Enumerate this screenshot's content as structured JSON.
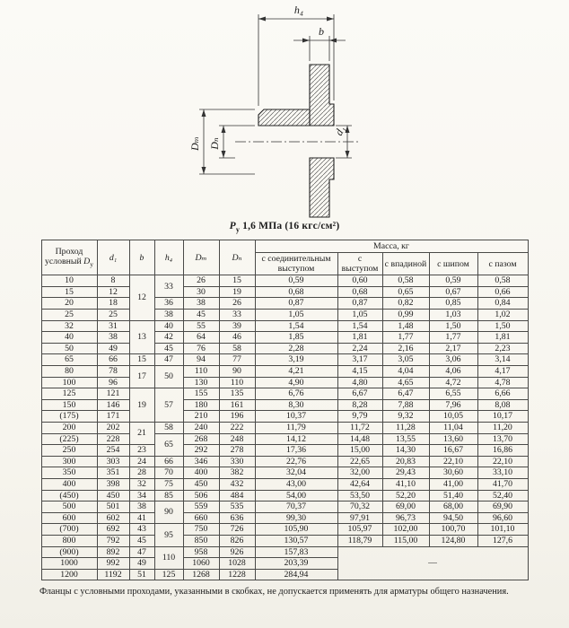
{
  "page": {
    "title_p": "P",
    "title_sub": "у",
    "title_rest": " 1,6 МПа (16 кгс/см²)",
    "footnote": "Фланцы с условными проходами, указанными в скобках, не допускается применять для арматуры общего назначения."
  },
  "drawing": {
    "labels": {
      "h4": "h₄",
      "b": "b",
      "dm": "Dₘ",
      "dn": "Dₙ",
      "d1": "d₁"
    }
  },
  "table": {
    "headers": {
      "dy_line1": "Проход",
      "dy_line2": "условный ",
      "dy_var": "D",
      "dy_sub": "у",
      "d1": "d₁",
      "b": "b",
      "h4": "h₄",
      "dm": "Dₘ",
      "dn": "Dₙ",
      "mass": "Масса, кг",
      "m1": "с соединительным выступом",
      "m2": "с выступом",
      "m3": "с впадиной",
      "m4": "с шипом",
      "m5": "с пазом"
    },
    "rows": [
      [
        "10",
        "8",
        {
          "t": "12",
          "rs": 4
        },
        {
          "t": "33",
          "rs": 2
        },
        "26",
        "15",
        "0,59",
        "0,60",
        "0,58",
        "0,59",
        "0,58"
      ],
      [
        "15",
        "12",
        "30",
        "19",
        "0,68",
        "0,68",
        "0,65",
        "0,67",
        "0,66"
      ],
      [
        "20",
        "18",
        "36",
        "38",
        "26",
        "0,87",
        "0,87",
        "0,82",
        "0,85",
        "0,84"
      ],
      [
        "25",
        "25",
        "38",
        "45",
        "33",
        "1,05",
        "1,05",
        "0,99",
        "1,03",
        "1,02"
      ],
      [
        "32",
        "31",
        {
          "t": "13",
          "rs": 3
        },
        "40",
        "55",
        "39",
        "1,54",
        "1,54",
        "1,48",
        "1,50",
        "1,50"
      ],
      [
        "40",
        "38",
        "42",
        "64",
        "46",
        "1,85",
        "1,81",
        "1,77",
        "1,77",
        "1,81"
      ],
      [
        "50",
        "49",
        "45",
        "76",
        "58",
        "2,28",
        "2,24",
        "2,16",
        "2,17",
        "2,23"
      ],
      [
        "65",
        "66",
        "15",
        "47",
        "94",
        "77",
        "3,19",
        "3,17",
        "3,05",
        "3,06",
        "3,14"
      ],
      [
        "80",
        "78",
        {
          "t": "17",
          "rs": 2
        },
        {
          "t": "50",
          "rs": 2
        },
        "110",
        "90",
        "4,21",
        "4,15",
        "4,04",
        "4,06",
        "4,17"
      ],
      [
        "100",
        "96",
        "130",
        "110",
        "4,90",
        "4,80",
        "4,65",
        "4,72",
        "4,78"
      ],
      [
        "125",
        "121",
        {
          "t": "19",
          "rs": 3
        },
        {
          "t": "57",
          "rs": 3
        },
        "155",
        "135",
        "6,76",
        "6,67",
        "6,47",
        "6,55",
        "6,66"
      ],
      [
        "150",
        "146",
        "180",
        "161",
        "8,30",
        "8,28",
        "7,88",
        "7,96",
        "8,08"
      ],
      [
        "(175)",
        "171",
        "210",
        "196",
        "10,37",
        "9,79",
        "9,32",
        "10,05",
        "10,17"
      ],
      [
        "200",
        "202",
        {
          "t": "21",
          "rs": 2
        },
        "58",
        "240",
        "222",
        "11,79",
        "11,72",
        "11,28",
        "11,04",
        "11,20"
      ],
      [
        "(225)",
        "228",
        {
          "t": "65",
          "rs": 2
        },
        "268",
        "248",
        "14,12",
        "14,48",
        "13,55",
        "13,60",
        "13,70"
      ],
      [
        "250",
        "254",
        "23",
        "292",
        "278",
        "17,36",
        "15,00",
        "14,30",
        "16,67",
        "16,86"
      ],
      [
        "300",
        "303",
        "24",
        "66",
        "346",
        "330",
        "22,76",
        "22,65",
        "20,83",
        "22,10",
        "22,10"
      ],
      [
        "350",
        "351",
        "28",
        "70",
        "400",
        "382",
        "32,04",
        "32,00",
        "29,43",
        "30,60",
        "33,10"
      ],
      [
        "400",
        "398",
        "32",
        "75",
        "450",
        "432",
        "43,00",
        "42,64",
        "41,10",
        "41,00",
        "41,70"
      ],
      [
        "(450)",
        "450",
        "34",
        "85",
        "506",
        "484",
        "54,00",
        "53,50",
        "52,20",
        "51,40",
        "52,40"
      ],
      [
        "500",
        "501",
        "38",
        {
          "t": "90",
          "rs": 2
        },
        "559",
        "535",
        "70,37",
        "70,32",
        "69,00",
        "68,00",
        "69,90"
      ],
      [
        "600",
        "602",
        "41",
        "660",
        "636",
        "99,30",
        "97,91",
        "96,73",
        "94,50",
        "96,60"
      ],
      [
        "(700)",
        "692",
        "43",
        {
          "t": "95",
          "rs": 2
        },
        "750",
        "726",
        "105,90",
        "105,97",
        "102,00",
        "100,70",
        "101,10"
      ],
      [
        "800",
        "792",
        "45",
        "850",
        "826",
        "130,57",
        "118,79",
        "115,00",
        "124,80",
        "127,6"
      ],
      [
        "(900)",
        "892",
        "47",
        {
          "t": "110",
          "rs": 2
        },
        "958",
        "926",
        "157,83",
        {
          "t": "—",
          "rs": 3,
          "cs": 4
        }
      ],
      [
        "1000",
        "992",
        "49",
        "1060",
        "1028",
        "203,39"
      ],
      [
        "1200",
        "1192",
        "51",
        "125",
        "1268",
        "1228",
        "284,94"
      ]
    ]
  }
}
